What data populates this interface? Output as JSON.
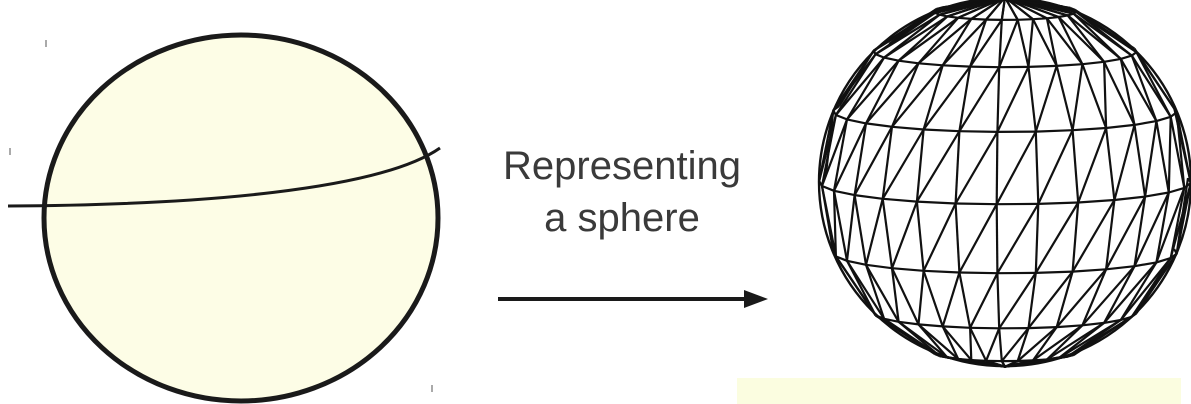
{
  "caption": {
    "line1": "Representing",
    "line2": "a sphere"
  },
  "colors": {
    "sphere_fill": "#fdfde6",
    "outline": "#1a1a1a",
    "mesh": "#111111",
    "caption_text": "#3a3a3a",
    "panel_fill": "#fbfde0"
  },
  "mesh": {
    "latitude_bands": 8,
    "longitude_segments": 14
  }
}
